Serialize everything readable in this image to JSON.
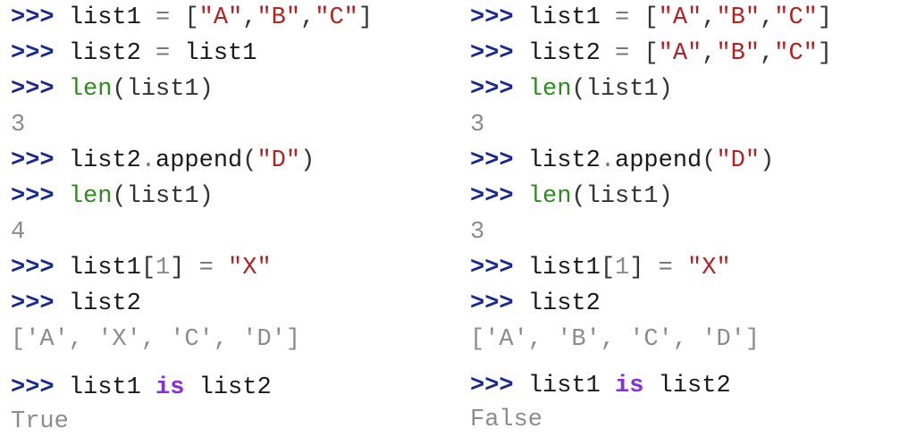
{
  "prompt": ">>>",
  "left": {
    "l1": {
      "name": "list1",
      "eq": "=",
      "open": "[",
      "s1": "\"A\"",
      "c1": ",",
      "s2": "\"B\"",
      "c2": ",",
      "s3": "\"C\"",
      "close": "]"
    },
    "l2": {
      "name": "list2",
      "eq": "=",
      "rhs": "list1"
    },
    "l3": {
      "fn": "len",
      "args": "(list1)"
    },
    "o1": "3",
    "l4": {
      "obj": "list2",
      "dot": ".",
      "method": "append",
      "open": "(",
      "str": "\"D\"",
      "close": ")"
    },
    "l5": {
      "fn": "len",
      "args": "(list1)"
    },
    "o2": "4",
    "l6": {
      "name": "list1",
      "open": "[",
      "idx": "1",
      "close": "]",
      "eq": "=",
      "str": "\"X\""
    },
    "l7": {
      "name": "list2"
    },
    "o3": "['A', 'X', 'C', 'D']",
    "l8": {
      "a": "list1",
      "kw": "is",
      "b": "list2"
    },
    "o4": "True"
  },
  "right": {
    "l1": {
      "name": "list1",
      "eq": "=",
      "open": "[",
      "s1": "\"A\"",
      "c1": ",",
      "s2": "\"B\"",
      "c2": ",",
      "s3": "\"C\"",
      "close": "]"
    },
    "l2": {
      "name": "list2",
      "eq": "=",
      "open": "[",
      "s1": "\"A\"",
      "c1": ",",
      "s2": "\"B\"",
      "c2": ",",
      "s3": "\"C\"",
      "close": "]"
    },
    "l3": {
      "fn": "len",
      "args": "(list1)"
    },
    "o1": "3",
    "l4": {
      "obj": "list2",
      "dot": ".",
      "method": "append",
      "open": "(",
      "str": "\"D\"",
      "close": ")"
    },
    "l5": {
      "fn": "len",
      "args": "(list1)"
    },
    "o2": "3",
    "l6": {
      "name": "list1",
      "open": "[",
      "idx": "1",
      "close": "]",
      "eq": "=",
      "str": "\"X\""
    },
    "l7": {
      "name": "list2"
    },
    "o3": "['A', 'B', 'C', 'D']",
    "l8": {
      "a": "list1",
      "kw": "is",
      "b": "list2"
    },
    "o4": "False"
  },
  "colors": {
    "prompt": "#1a2a8a",
    "string": "#b22222",
    "function": "#2e8b1f",
    "keyword": "#8a2be2",
    "output": "#8c8c8c",
    "operator": "#777777"
  }
}
